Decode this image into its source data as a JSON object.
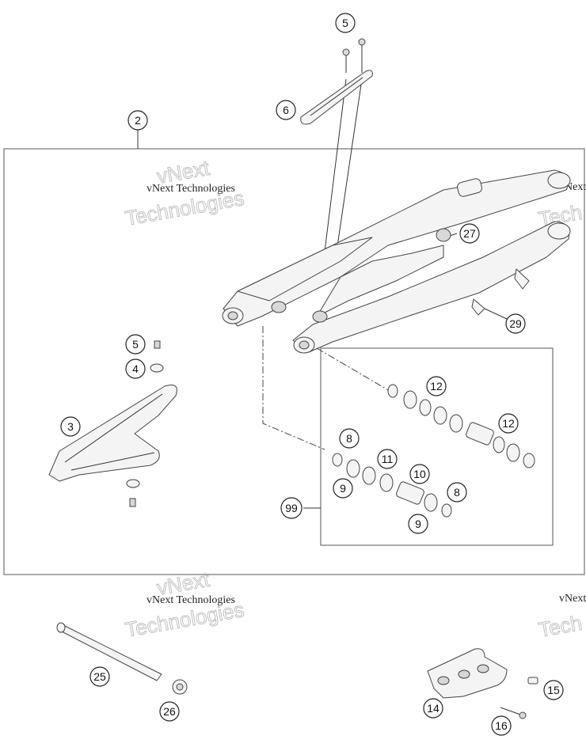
{
  "watermark": {
    "line": "vNext Technologies",
    "word1": "vNext",
    "word2": "Technologies",
    "partial_right": "vNext",
    "partial_right_big": "Tech"
  },
  "callouts": [
    {
      "id": "callout-2",
      "label": "2"
    },
    {
      "id": "callout-5-top",
      "label": "5"
    },
    {
      "id": "callout-6",
      "label": "6"
    },
    {
      "id": "callout-27",
      "label": "27"
    },
    {
      "id": "callout-29",
      "label": "29"
    },
    {
      "id": "callout-5",
      "label": "5"
    },
    {
      "id": "callout-4",
      "label": "4"
    },
    {
      "id": "callout-3",
      "label": "3"
    },
    {
      "id": "callout-12-a",
      "label": "12"
    },
    {
      "id": "callout-12-b",
      "label": "12"
    },
    {
      "id": "callout-8-a",
      "label": "8"
    },
    {
      "id": "callout-11",
      "label": "11"
    },
    {
      "id": "callout-10",
      "label": "10"
    },
    {
      "id": "callout-9-a",
      "label": "9"
    },
    {
      "id": "callout-8-b",
      "label": "8"
    },
    {
      "id": "callout-99",
      "label": "99"
    },
    {
      "id": "callout-9-b",
      "label": "9"
    },
    {
      "id": "callout-25",
      "label": "25"
    },
    {
      "id": "callout-26",
      "label": "26"
    },
    {
      "id": "callout-15",
      "label": "15"
    },
    {
      "id": "callout-14",
      "label": "14"
    },
    {
      "id": "callout-16",
      "label": "16"
    }
  ]
}
